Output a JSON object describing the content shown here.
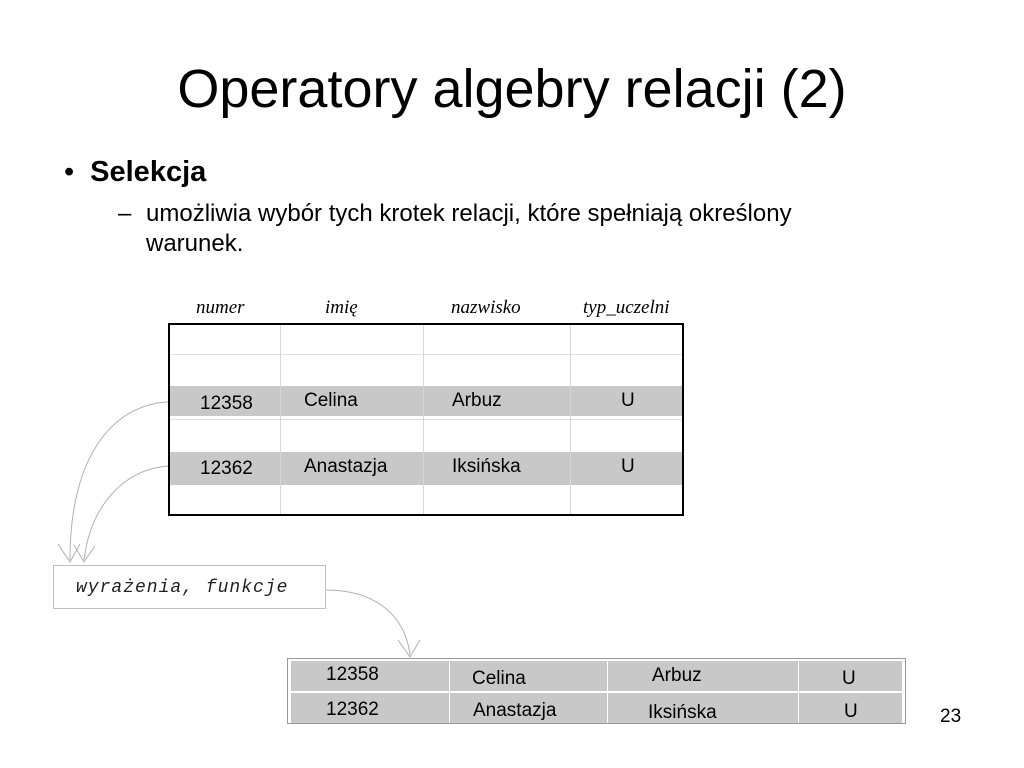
{
  "slide": {
    "title": "Operatory algebry relacji (2)",
    "bullet_marker": "•",
    "bullet": "Selekcja",
    "sub_marker": "–",
    "sub_text": "umożliwia wybór tych krotek relacji, które spełniają określony warunek.",
    "page_number": "23"
  },
  "source_table": {
    "headers": [
      "numer",
      "imię",
      "nazwisko",
      "typ_uczelni"
    ],
    "selected_rows": [
      [
        "12358",
        "Celina",
        "Arbuz",
        "U"
      ],
      [
        "12362",
        "Anastazja",
        "Iksińska",
        "U"
      ]
    ]
  },
  "condition_box": {
    "label": "wyrażenia, funkcje"
  },
  "result_table": {
    "rows": [
      [
        "12358",
        "Celina",
        "Arbuz",
        "U"
      ],
      [
        "12362",
        "Anastazja",
        "Iksińska",
        "U"
      ]
    ]
  },
  "colors": {
    "selected_row": "#c8c8c8",
    "arrow_line": "#b0b0b0"
  }
}
